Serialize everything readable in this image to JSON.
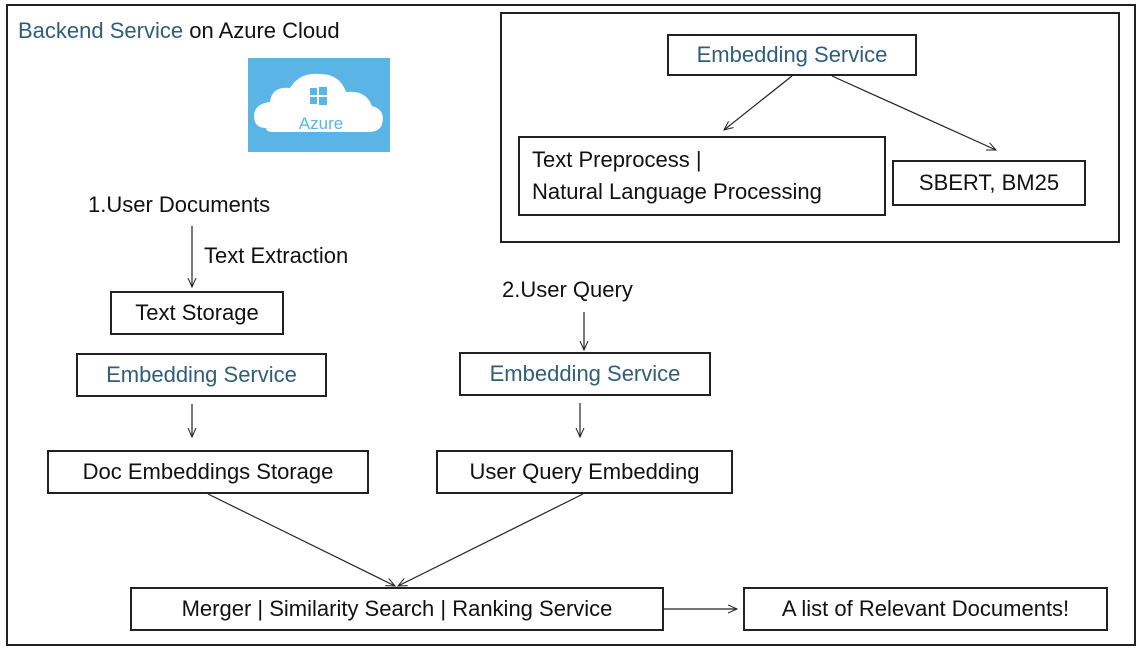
{
  "title": {
    "highlight": "Backend Service",
    "rest": " on Azure Cloud"
  },
  "logo": {
    "label": "Azure",
    "icon": "azure-cloud-icon"
  },
  "colors": {
    "accent": "#2f5e7a",
    "logo_bg": "#5ab4e5"
  },
  "inset": {
    "embedding_service": "Embedding Service",
    "text_preprocess_line1": "Text Preprocess |",
    "text_preprocess_line2": "Natural Language Processing",
    "models": "SBERT, BM25"
  },
  "left_flow": {
    "step": "1.User Documents",
    "extraction_label": "Text Extraction",
    "text_storage": "Text Storage",
    "embedding_service": "Embedding Service",
    "doc_embeddings": "Doc Embeddings Storage"
  },
  "right_flow": {
    "step": "2.User Query",
    "embedding_service": "Embedding Service",
    "query_embedding": "User Query Embedding"
  },
  "bottom": {
    "merger": "Merger | Similarity Search | Ranking Service",
    "result": "A list of Relevant Documents!"
  }
}
